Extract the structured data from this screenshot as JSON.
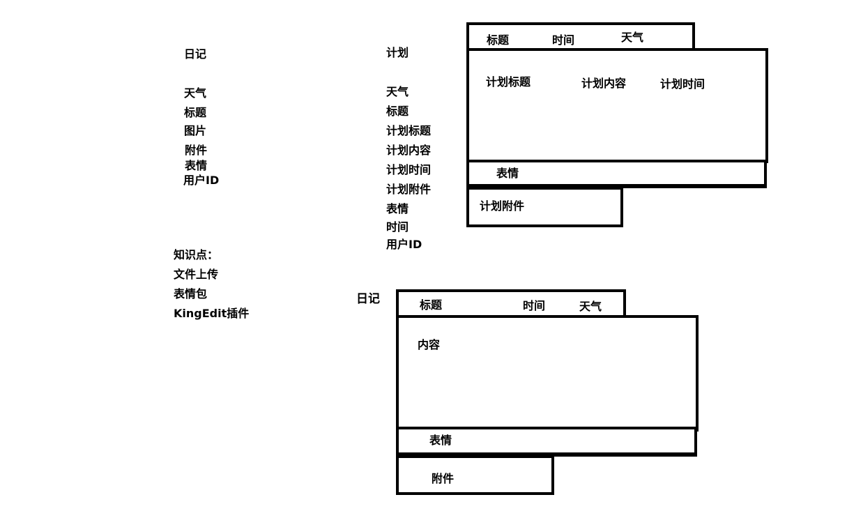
{
  "diary_fields": {
    "title": "日记",
    "items": [
      "天气",
      "标题",
      "图片",
      "附件",
      "表情",
      "用户ID"
    ]
  },
  "plan_fields": {
    "title": "计划",
    "items": [
      "天气",
      "标题",
      "计划标题",
      "计划内容",
      "计划时间",
      "计划附件",
      "表情",
      "时间",
      "用户ID"
    ]
  },
  "knowledge": {
    "title": "知识点：",
    "items": [
      "文件上传",
      "表情包",
      "KingEdit插件"
    ]
  },
  "plan_mockup": {
    "header": [
      "标题",
      "时间",
      "天气"
    ],
    "columns": [
      "计划标题",
      "计划内容",
      "计划时间"
    ],
    "emoji_bar": "表情",
    "attachment": "计划附件"
  },
  "diary_mockup": {
    "label": "日记",
    "header": [
      "标题",
      "时间",
      "天气"
    ],
    "content": "内容",
    "emoji_bar": "表情",
    "attachment": "附件"
  }
}
